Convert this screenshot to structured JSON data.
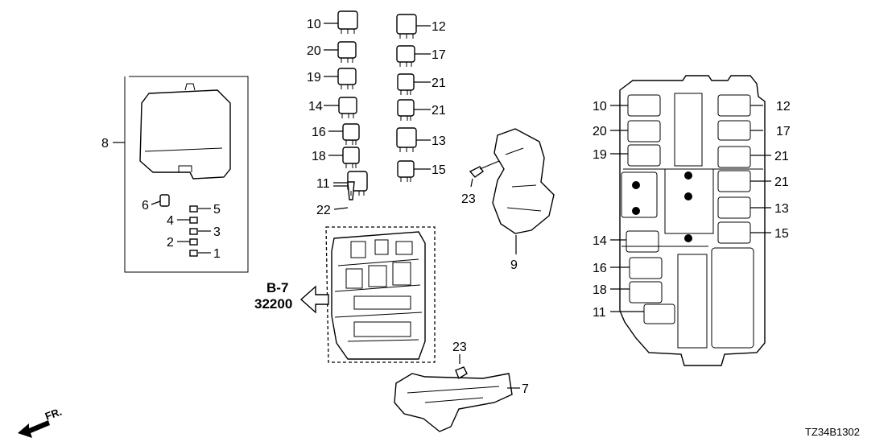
{
  "diagram_code": "TZ34B1302",
  "reference": {
    "line1": "B-7",
    "line2": "32200"
  },
  "front_label": "FR.",
  "callouts": {
    "c1": "1",
    "c2": "2",
    "c3": "3",
    "c4": "4",
    "c5": "5",
    "c6": "6",
    "c7": "7",
    "c8": "8",
    "c9": "9",
    "l10": "10",
    "l20": "20",
    "l19": "19",
    "l14": "14",
    "l16": "16",
    "l18": "18",
    "l11": "11",
    "l22": "22",
    "r12": "12",
    "r17": "17",
    "r21a": "21",
    "r21b": "21",
    "r13": "13",
    "r15": "15",
    "c23a": "23",
    "c23b": "23"
  },
  "box_callouts": {
    "l10": "10",
    "l20": "20",
    "l19": "19",
    "l14": "14",
    "l16": "16",
    "l18": "18",
    "l11": "11",
    "r12": "12",
    "r17": "17",
    "r21a": "21",
    "r21b": "21",
    "r13": "13",
    "r15": "15"
  }
}
